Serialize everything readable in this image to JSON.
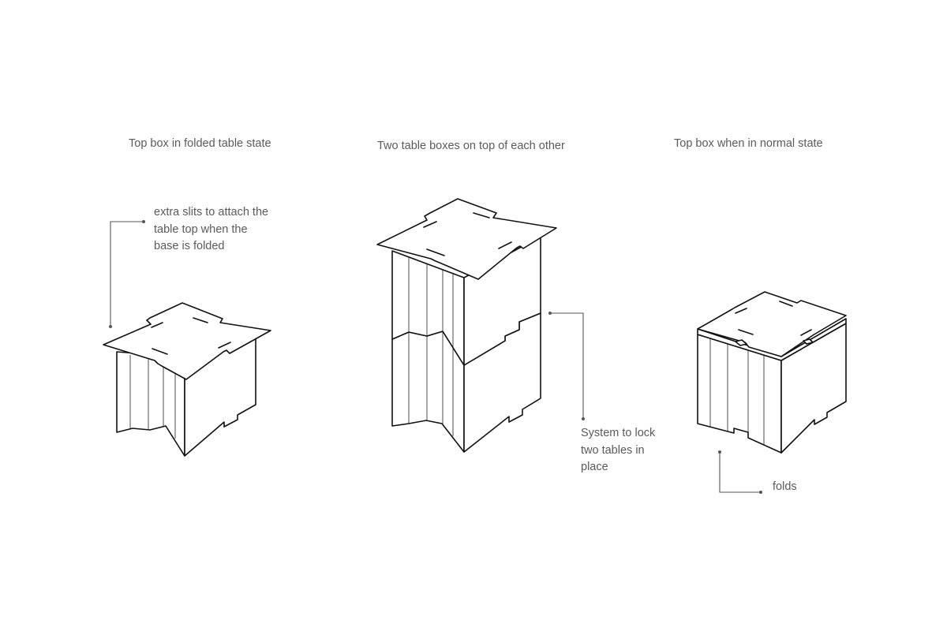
{
  "titles": {
    "folded": "Top box in folded table state",
    "stacked": "Two table boxes on top of each other",
    "normal": "Top box when in normal state"
  },
  "annotations": {
    "slits": [
      "extra slits to attach the",
      "table top when the",
      "base is folded"
    ],
    "lock": [
      "System to lock",
      "two tables in",
      "place"
    ],
    "folds": "folds"
  }
}
